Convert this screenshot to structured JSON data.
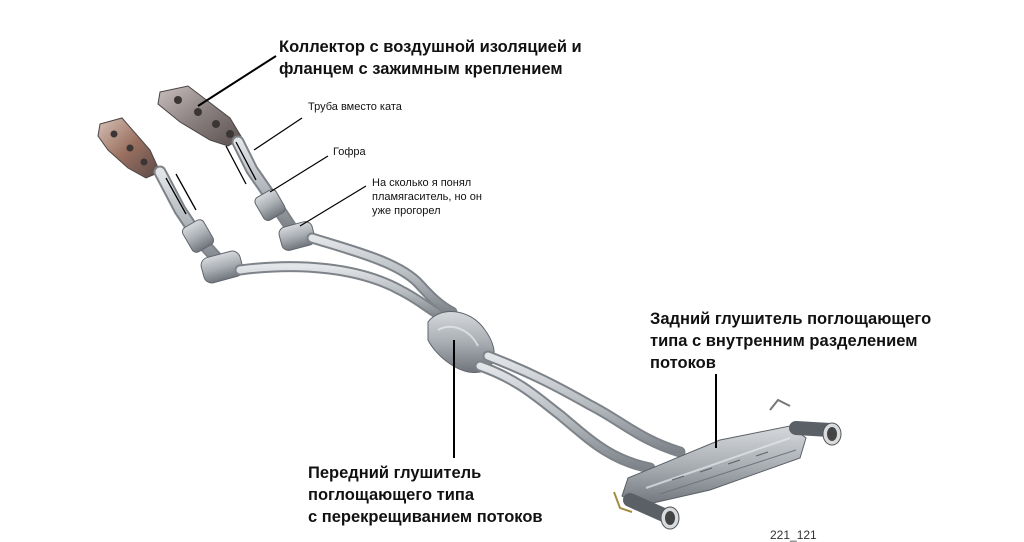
{
  "labels": {
    "manifold": [
      "Коллектор с воздушной изоляцией и",
      "фланцем с зажимным креплением"
    ],
    "pipe_instead_of_cat": "Труба вместо ката",
    "flex": "Гофра",
    "arrester": [
      "На сколько я понял",
      "пламягаситель, но он",
      "уже прогорел"
    ],
    "rear_muffler": [
      "Задний глушитель поглощающего",
      "типа с внутренним разделением",
      "потоков"
    ],
    "front_muffler": [
      "Передний глушитель",
      "поглощающего типа",
      "с перекрещиванием потоков"
    ]
  },
  "figure_number": "221_121",
  "colors": {
    "pipe": "#b7bcc1",
    "pipe_edge": "#7d8389",
    "muffler": "#a9aeb3",
    "manifold": "#8a7f7f",
    "leader": "#000000"
  }
}
